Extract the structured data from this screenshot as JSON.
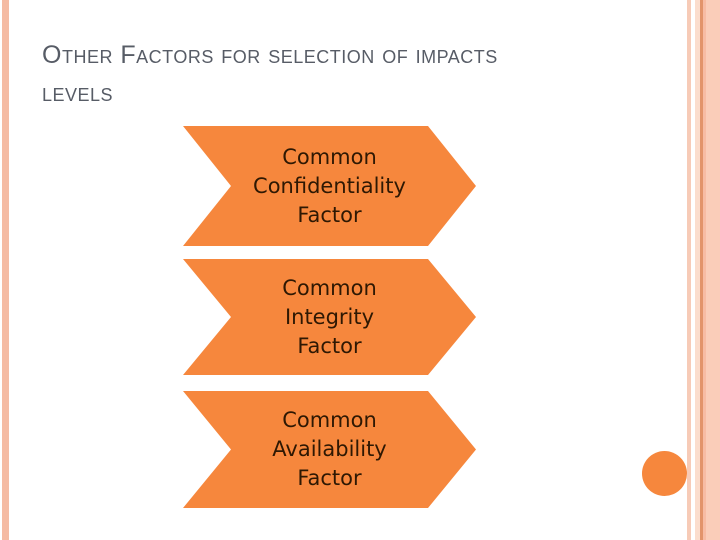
{
  "slide": {
    "title": {
      "line1": "Other Factors for selection of impacts",
      "line2": "levels"
    },
    "chevrons": [
      {
        "lines": [
          "Common",
          "Confidentiality",
          "Factor"
        ]
      },
      {
        "lines": [
          "Common",
          "Integrity",
          "Factor"
        ]
      },
      {
        "lines": [
          "Common",
          "Availability",
          "Factor"
        ]
      }
    ],
    "colors": {
      "chevron_fill": "#f6873d",
      "chevron_text": "#2e1803",
      "title_text": "#575c66",
      "edge_stripe_light": "#f5bba3",
      "edge_stripe_pale": "#fbddcd",
      "edge_stripe_dark_line": "#e2946b",
      "circle_fill": "#f6873d",
      "background": "#ffffff"
    }
  }
}
